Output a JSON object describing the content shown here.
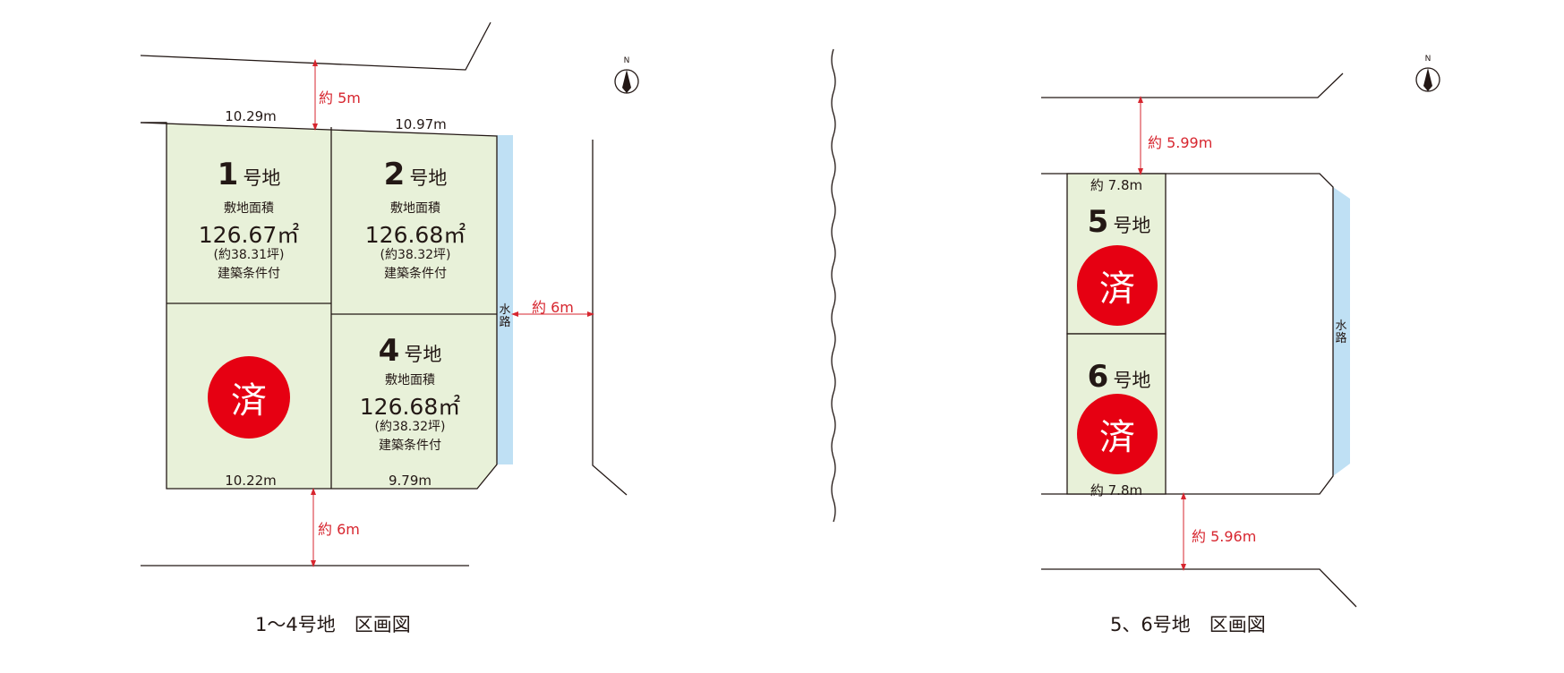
{
  "left_plan": {
    "caption": "1～4号地　区画図",
    "lots": [
      {
        "number": "1",
        "suffix": "号地",
        "area_label": "敷地面積",
        "area": "126.67㎡",
        "tsubo": "(約38.31坪)",
        "condition": "建築条件付"
      },
      {
        "number": "2",
        "suffix": "号地",
        "area_label": "敷地面積",
        "area": "126.68㎡",
        "tsubo": "(約38.32坪)",
        "condition": "建築条件付"
      },
      {
        "number": "4",
        "suffix": "号地",
        "area_label": "敷地面積",
        "area": "126.68㎡",
        "tsubo": "(約38.32坪)",
        "condition": "建築条件付"
      }
    ],
    "sold_stamp": "済",
    "dimensions": {
      "top_left": "10.29m",
      "top_right": "10.97m",
      "bottom_left": "10.22m",
      "bottom_right": "9.79m"
    },
    "roads": {
      "north": "約 5m",
      "south": "約 6m",
      "east": "約 6m"
    },
    "waterway": "水路"
  },
  "right_plan": {
    "caption": "5、6号地　区画図",
    "lots": [
      {
        "number": "5",
        "suffix": "号地",
        "status": "済"
      },
      {
        "number": "6",
        "suffix": "号地",
        "status": "済"
      }
    ],
    "dimensions": {
      "top": "約 7.8m",
      "bottom": "約 7.8m"
    },
    "roads": {
      "north": "約 5.99m",
      "south": "約 5.96m"
    },
    "waterway": "水路"
  },
  "compass_label": "N",
  "colors": {
    "lot_fill": "#e8f1d9",
    "waterway": "#bfe0f4",
    "dimension_red": "#d7262f",
    "sold_stamp": "#e60012",
    "line": "#231815"
  }
}
